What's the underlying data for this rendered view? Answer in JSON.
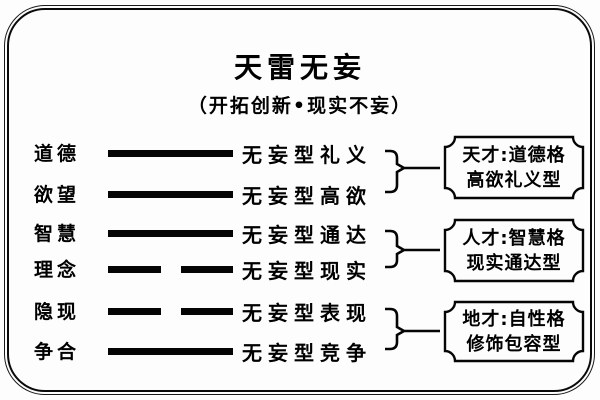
{
  "diagram": {
    "title": "天雷无妄",
    "subtitle": "（开拓创新•现实不妄）",
    "colors": {
      "ink": "#000000",
      "background": "#ffffff"
    },
    "hexagram_rows": [
      {
        "label": "道德",
        "line": "solid",
        "type_label": "无妄型礼义"
      },
      {
        "label": "欲望",
        "line": "solid",
        "type_label": "无妄型高欲"
      },
      {
        "label": "智慧",
        "line": "solid",
        "type_label": "无妄型通达"
      },
      {
        "label": "理念",
        "line": "broken",
        "type_label": "无妄型现实"
      },
      {
        "label": "隐现",
        "line": "broken",
        "type_label": "无妄型表现"
      },
      {
        "label": "争合",
        "line": "solid",
        "type_label": "无妄型竞争"
      }
    ],
    "groups": [
      {
        "line1": "天才:道德格",
        "line2": "高欲礼义型"
      },
      {
        "line1": "人才:智慧格",
        "line2": "现实通达型"
      },
      {
        "line1": "地才:自性格",
        "line2": "修饰包容型"
      }
    ]
  }
}
